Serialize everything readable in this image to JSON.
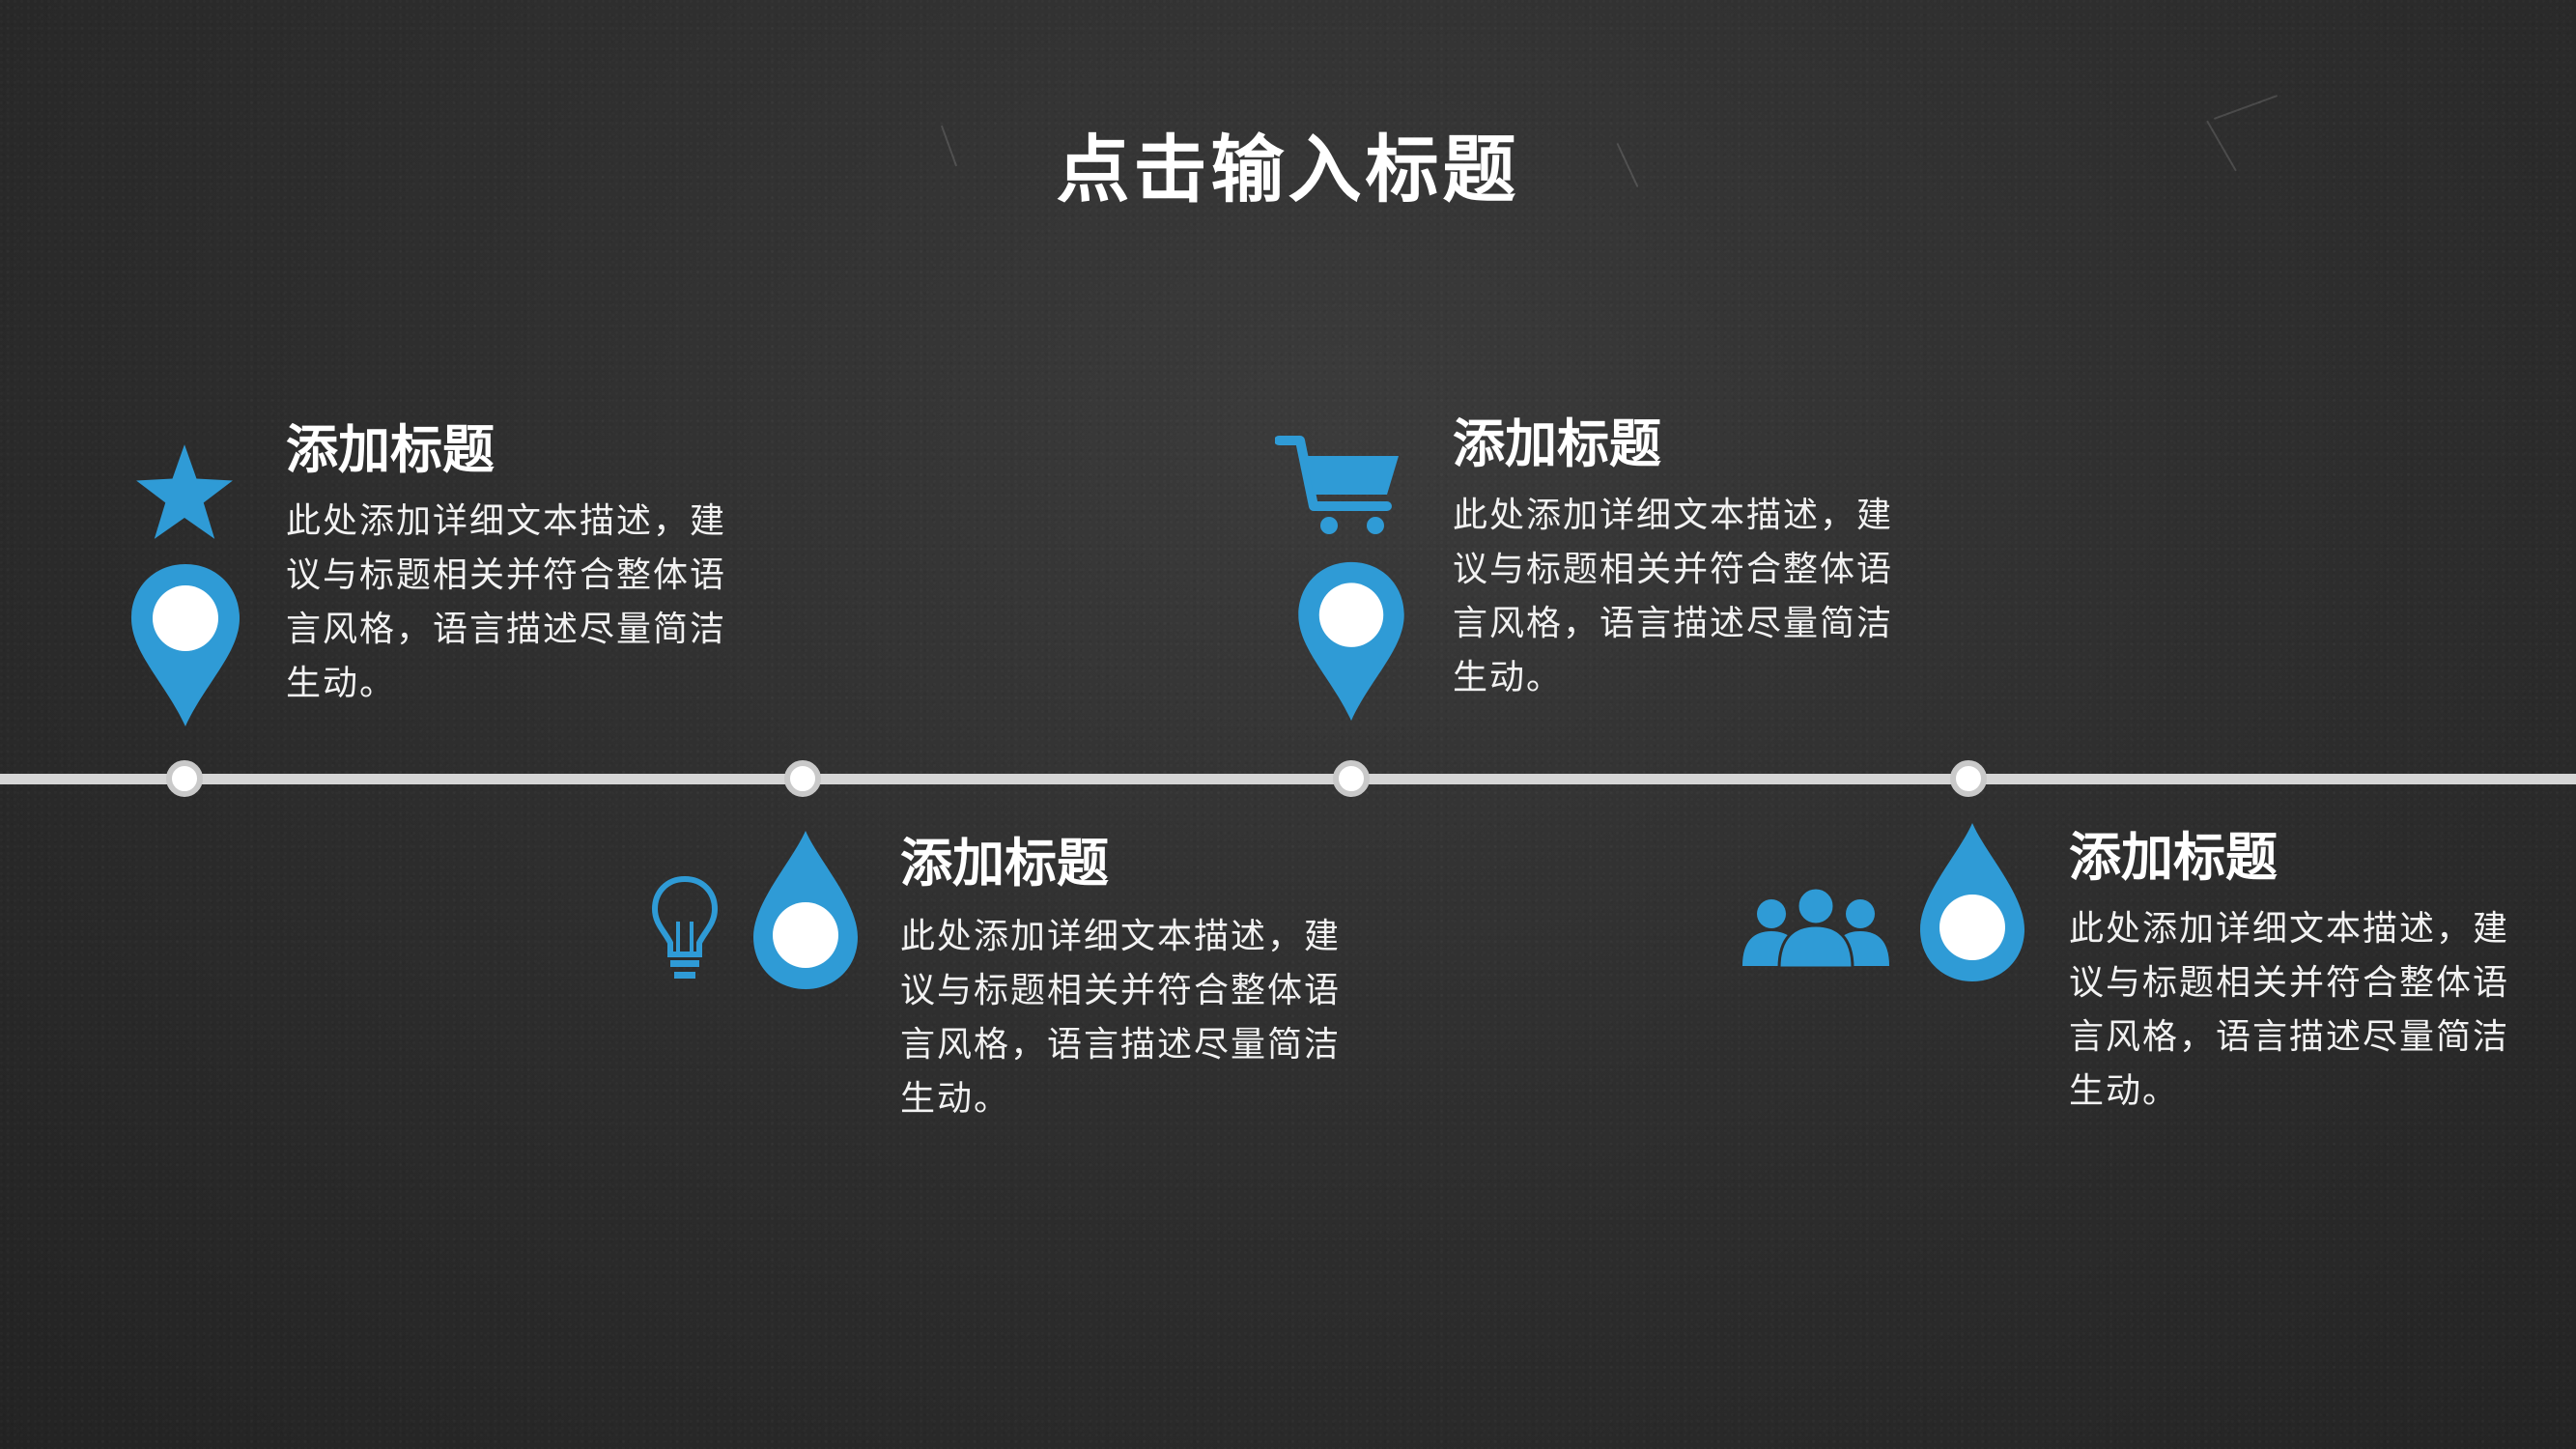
{
  "title": "点击输入标题",
  "accent_color": "#2f9bd6",
  "items": [
    {
      "title": "添加标题",
      "description": "此处添加详细文本描述，建议与标题相关并符合整体语言风格，语言描述尽量简洁生动。",
      "icon": "star-icon",
      "marker": "map-pin-icon"
    },
    {
      "title": "添加标题",
      "description": "此处添加详细文本描述，建议与标题相关并符合整体语言风格，语言描述尽量简洁生动。",
      "icon": "lightbulb-icon",
      "marker": "water-drop-icon"
    },
    {
      "title": "添加标题",
      "description": "此处添加详细文本描述，建议与标题相关并符合整体语言风格，语言描述尽量简洁生动。",
      "icon": "shopping-cart-icon",
      "marker": "map-pin-icon"
    },
    {
      "title": "添加标题",
      "description": "此处添加详细文本描述，建议与标题相关并符合整体语言风格，语言描述尽量简洁生动。",
      "icon": "people-group-icon",
      "marker": "water-drop-icon"
    }
  ]
}
